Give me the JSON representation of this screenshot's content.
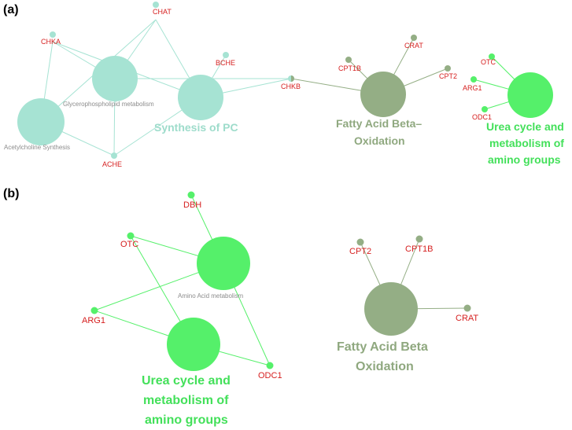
{
  "colors": {
    "teal": "#a6e3d3",
    "teal_text": "#9edccb",
    "olive": "#94ae85",
    "olive_text": "#8fa87f",
    "green": "#55f06a",
    "green_text": "#43e05a",
    "gene_label": "#d62020",
    "small_term_label": "#8c8c8c"
  },
  "panel_a": {
    "label": "(a)",
    "genes": {
      "chat": "CHAT",
      "chka": "CHKA",
      "bche": "BCHE",
      "chkb": "CHKB",
      "ache": "ACHE",
      "cpt1b": "CPT1B",
      "crat": "CRAT",
      "cpt2": "CPT2",
      "otc": "OTC",
      "arg1": "ARG1",
      "odc1": "ODC1"
    },
    "terms": {
      "glycerophospholipid": "Glycerophospholipid metabolism",
      "acetylcholine": "Acetylcholine Synthesis",
      "synthesis_pc": "Synthesis of PC",
      "fatty_acid_line1": "Fatty Acid Beta–",
      "fatty_acid_line2": "Oxidation",
      "urea_line1": "Urea cycle and",
      "urea_line2": "metabolism of",
      "urea_line3": "amino groups"
    }
  },
  "panel_b": {
    "label": "(b)",
    "genes": {
      "dbh": "DBH",
      "otc": "OTC",
      "arg1": "ARG1",
      "odc1": "ODC1",
      "cpt2": "CPT2",
      "cpt1b": "CPT1B",
      "crat": "CRAT"
    },
    "terms": {
      "amino_acid": "Amino Acid metabolism",
      "urea_line1": "Urea cycle and",
      "urea_line2": "metabolism of",
      "urea_line3": "amino groups",
      "fatty_acid_line1": "Fatty Acid Beta",
      "fatty_acid_line2": "Oxidation"
    }
  }
}
